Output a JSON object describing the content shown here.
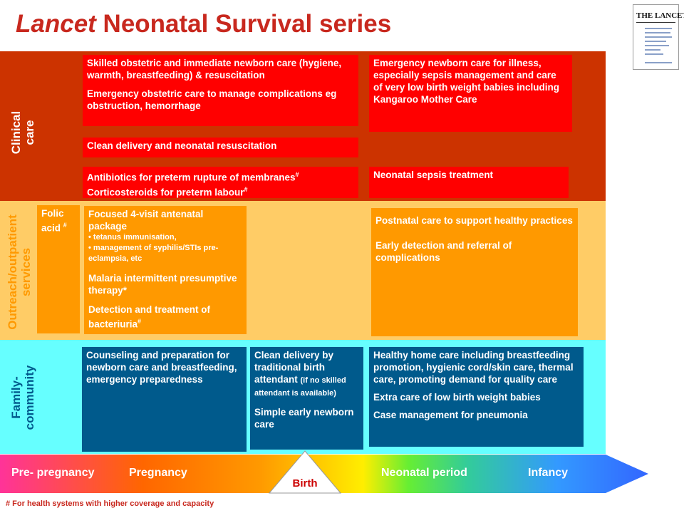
{
  "title": {
    "italic": "Lancet",
    "rest": " Neonatal Survival series"
  },
  "journal_cover": {
    "masthead": "THE LANCET"
  },
  "bands": {
    "clinical": "Clinical care",
    "outreach": "Outreach/outpatient services",
    "community": "Family-community"
  },
  "clinical": {
    "skilled_obstetric": "Skilled obstetric and immediate newborn care (hygiene, warmth, breastfeeding) & resuscitation",
    "emergency_obstetric": "Emergency obstetric care to manage complications eg obstruction, hemorrhage",
    "emergency_newborn": "Emergency newborn care for illness, especially sepsis management and care of very low birth weight babies including Kangaroo Mother Care",
    "clean_delivery": "Clean delivery and neonatal resuscitation",
    "antibiotics": "Antibiotics for preterm rupture of membranes",
    "corticosteroids": "Corticosteroids for preterm labour",
    "sepsis": "Neonatal sepsis treatment"
  },
  "outreach": {
    "folic_line1": "Folic",
    "folic_line2": "acid",
    "antenatal_title": "Focused 4-visit antenatal package",
    "antenatal_b1": "• tetanus immunisation,",
    "antenatal_b2": "• management of syphilis/STIs pre-eclampsia, etc",
    "malaria": "Malaria intermittent presumptive therapy*",
    "bacteriuria": "Detection and treatment of bacteriuria",
    "postnatal": "Postnatal care to support healthy practices",
    "early_detection": "Early detection and referral of complications"
  },
  "community": {
    "counseling": "Counseling and preparation for newborn care and breastfeeding, emergency preparedness",
    "clean_delivery_tba": "Clean delivery by traditional birth attendant",
    "clean_delivery_note": "(if no skilled attendant is available)",
    "simple_early": "Simple early newborn care",
    "home_care": "Healthy home care including breastfeeding promotion, hygienic cord/skin care, thermal care, promoting demand for quality care",
    "lbw": "Extra care of low birth weight babies",
    "pneumonia": "Case management for pneumonia"
  },
  "hash_mark": "#",
  "timeline": {
    "prepregnancy": "Pre- pregnancy",
    "pregnancy": "Pregnancy",
    "birth": "Birth",
    "neonatal": "Neonatal period",
    "infancy": "Infancy"
  },
  "footnote": "# For health systems with higher coverage and capacity",
  "colors": {
    "title": "#c8281e",
    "clinical_band": "#cc3300",
    "outreach_band": "#ffcc66",
    "community_band": "#66ffff",
    "red_box": "#ff0000",
    "orange_box": "#ff9900",
    "teal_box": "#005a8c"
  }
}
